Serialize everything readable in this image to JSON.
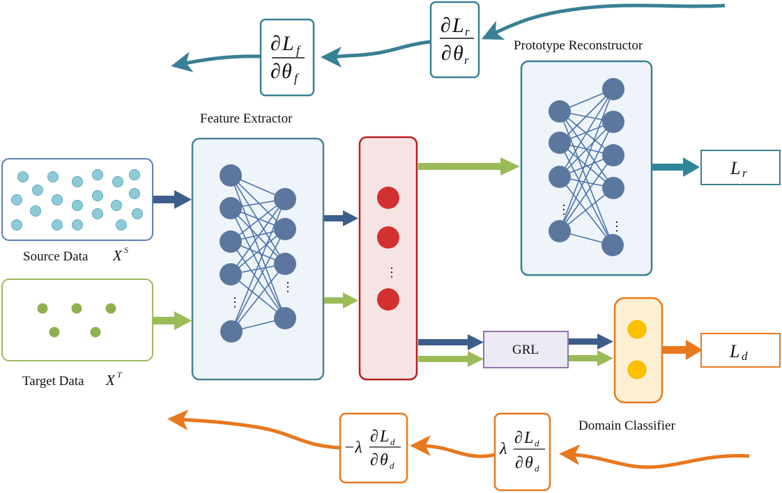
{
  "labels": {
    "feature_extractor": "Feature Extractor",
    "prototype_reconstructor": "Prototype Reconstructor",
    "domain_classifier": "Domain Classifier",
    "source_data": "Source Data",
    "source_symbol": "X",
    "source_sup": "S",
    "target_data": "Target Data",
    "target_symbol": "X",
    "target_sup": "T",
    "grl": "GRL",
    "loss_r": "L",
    "loss_r_sub": "r",
    "loss_d": "L",
    "loss_d_sub": "d"
  },
  "gradients": {
    "feature": {
      "partial": "∂",
      "num": "L",
      "num_sub": "f",
      "den": "θ",
      "den_sub": "f"
    },
    "recon": {
      "partial": "∂",
      "num": "L",
      "num_sub": "r",
      "den": "θ",
      "den_sub": "r"
    },
    "domain": {
      "prefix": "λ",
      "partial": "∂",
      "num": "L",
      "num_sub": "d",
      "den": "θ",
      "den_sub": "d"
    },
    "reversed": {
      "prefix": "−λ",
      "partial": "∂",
      "num": "L",
      "num_sub": "d",
      "den": "θ",
      "den_sub": "d"
    }
  },
  "ellipsis": "⋮",
  "colors": {
    "teal": "#3a8094",
    "navy": "#3b5e8a",
    "green": "#9bbb59",
    "node_blue": "#5b779e",
    "edge_blue": "#4a72a8",
    "source_dot": "#8ecbd8",
    "source_dot_stroke": "#5ea8b8",
    "target_dot": "#8fb050",
    "red_node": "#d33030",
    "red_border": "#b51f1f",
    "red_fill": "#f6e4e4",
    "orange": "#e8781e",
    "orange_fill": "#fdf0d2",
    "yellow_node": "#ffc000",
    "grl_fill": "#eceaf4",
    "grl_border": "#8e74ad",
    "panel_fill": "#eef4f9"
  }
}
